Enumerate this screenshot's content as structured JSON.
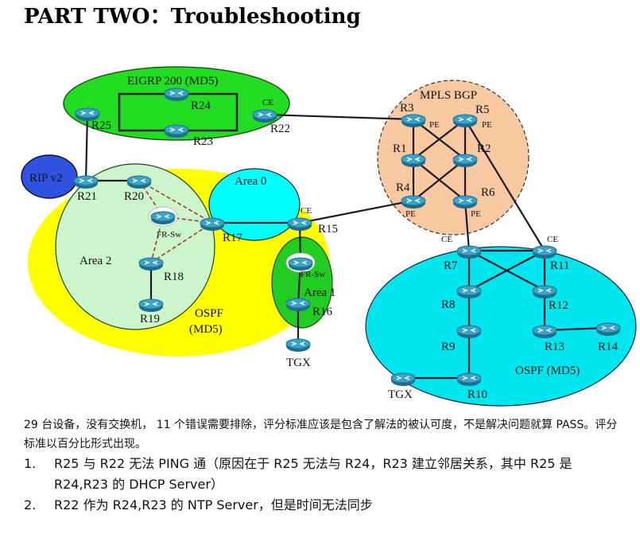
{
  "title": "PART TWO：Troubleshooting",
  "diagram": {
    "domains": {
      "eigrp": "EIGRP  200 (MD5)",
      "rip": "RIP v2",
      "area0": "Area  0",
      "area1": "Area 1",
      "area2": "Area  2",
      "ospf_left": "OSPF",
      "ospf_left_md5": "(MD5)",
      "mpls": "MPLS  BGP",
      "ospf_right": "OSPF (MD5)"
    },
    "routers": [
      "R25",
      "R24",
      "R23",
      "R22",
      "R21",
      "R20",
      "R17",
      "R15",
      "R18",
      "R19",
      "R16",
      "TGX",
      "R3",
      "R5",
      "R1",
      "R2",
      "R4",
      "R6",
      "R7",
      "R11",
      "R8",
      "R12",
      "R9",
      "R13",
      "R14",
      "R10",
      "TGX"
    ],
    "tags": {
      "ce": "CE",
      "pe": "PE",
      "frsw": "FR-Sw"
    },
    "colors": {
      "eigrp": "#22dd22",
      "rip": "#2f52e0",
      "ospf_yellow": "#ffff00",
      "area2": "#ccf5cc",
      "area0": "#00ffff",
      "area1": "#22cc22",
      "mpls": "#f8c8a0",
      "ospf_right": "#00e5ee"
    }
  },
  "text": {
    "para": "29 台设备，没有交换机， 11 个错误需要排除，评分标准应该是包含了解法的被认可度，不是解决问题就算 PASS。评分标准以百分比形式出现。",
    "items": [
      {
        "num": "1.",
        "text": "R25 与 R22 无法 PING 通（原因在于 R25 无法与 R24，R23 建立邻居关系，其中 R25 是 R24,R23 的 DHCP Server）"
      },
      {
        "num": "2.",
        "text": "R22 作为 R24,R23 的 NTP Server，但是时间无法同步"
      }
    ]
  }
}
